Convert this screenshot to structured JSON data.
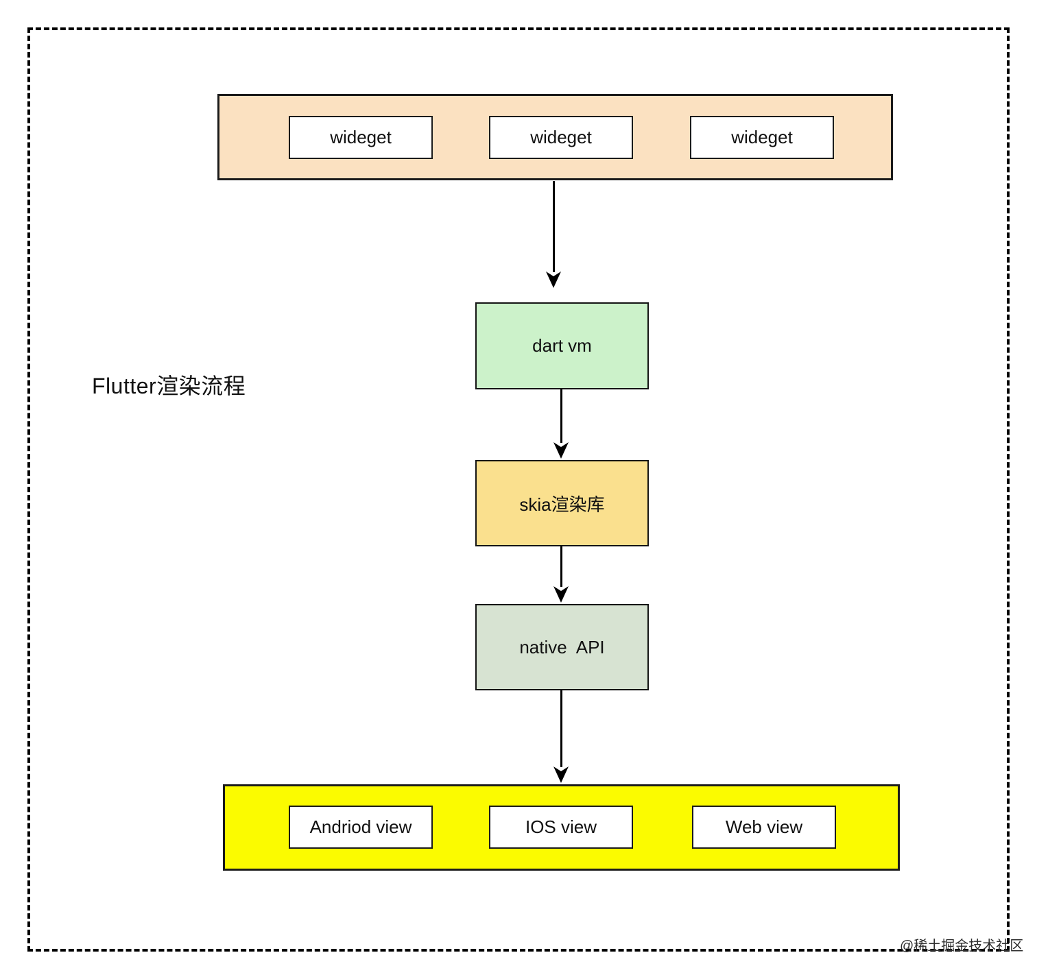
{
  "title": "Flutter渲染流程",
  "layers": {
    "widgets": {
      "items": [
        "wideget",
        "wideget",
        "wideget"
      ]
    },
    "dart_vm": "dart vm",
    "skia": "skia渲染库",
    "native_api": "native  API",
    "views": {
      "items": [
        "Andriod view",
        "IOS view",
        "Web view"
      ]
    }
  },
  "watermark": "@稀土掘金技术社区",
  "colors": {
    "widget_layer_bg": "#fbe1c1",
    "dart_vm_bg": "#ccf2ca",
    "skia_bg": "#fae08e",
    "native_api_bg": "#d7e3d2",
    "views_layer_bg": "#fbfb00",
    "box_bg": "#ffffff",
    "border": "#000000"
  }
}
